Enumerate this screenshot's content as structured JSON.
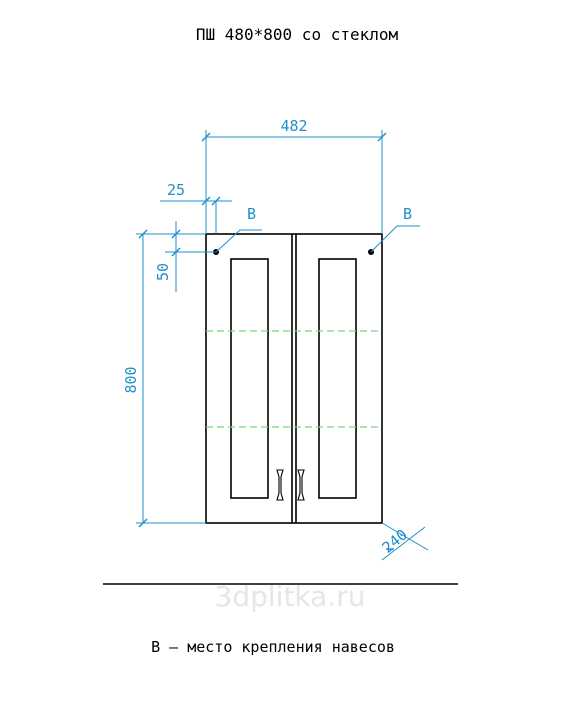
{
  "title": "ПШ 480*800 со стеклом",
  "dimensions": {
    "width": "482",
    "offset_x": "25",
    "offset_y": "50",
    "height": "800",
    "depth": "240"
  },
  "mount_marker": "B",
  "legend": "B – место крепления навесов",
  "watermark": "3dplitka.ru",
  "colors": {
    "outline": "#000000",
    "dimension": "#1e90c8",
    "shelf": "#7fd67f"
  }
}
